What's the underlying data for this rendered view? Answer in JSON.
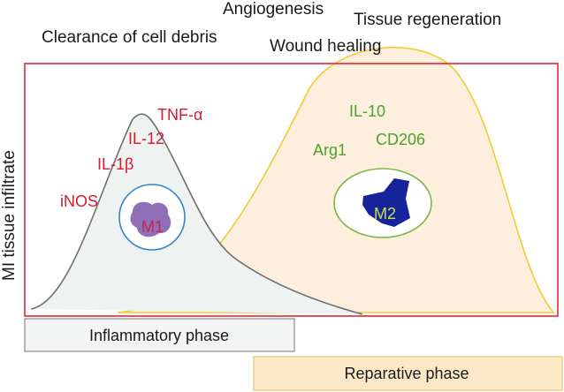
{
  "functions": {
    "angiogenesis": "Angiogenesis",
    "tissue_regeneration": "Tissue regeneration",
    "clearance": "Clearance of cell debris",
    "wound_healing": "Wound healing"
  },
  "y_axis_label": "MI tissue infiltrate",
  "m1": {
    "label": "M1",
    "markers": [
      "TNF-α",
      "IL-12",
      "IL-1β",
      "iNOS"
    ],
    "marker_color": "#d7192e",
    "label_color": "#c0264f"
  },
  "m2": {
    "label": "M2",
    "markers": [
      "IL-10",
      "Arg1",
      "CD206"
    ],
    "marker_color": "#4aa32c",
    "label_color": "#c9e34a"
  },
  "phases": {
    "inflammatory": "Inflammatory phase",
    "reparative": "Reparative phase"
  },
  "colors": {
    "frame": "#e32636",
    "m1_curve": "#6e6e6e",
    "m1_fill": "#eef3f1",
    "m2_curve": "#f2cc2e",
    "m2_fill": "#fdeedd",
    "m1_cell_ring": "#2f86c8",
    "m1_cell_body": "#8f6fb6",
    "m2_cell_ring": "#79b84a",
    "m2_cell_body": "#16239a",
    "inflammatory_box_fill": "#f3f4f4",
    "inflammatory_box_border": "#8a8a8a",
    "reparative_box_fill": "#fde9c8",
    "reparative_box_border": "#e7c27c"
  }
}
